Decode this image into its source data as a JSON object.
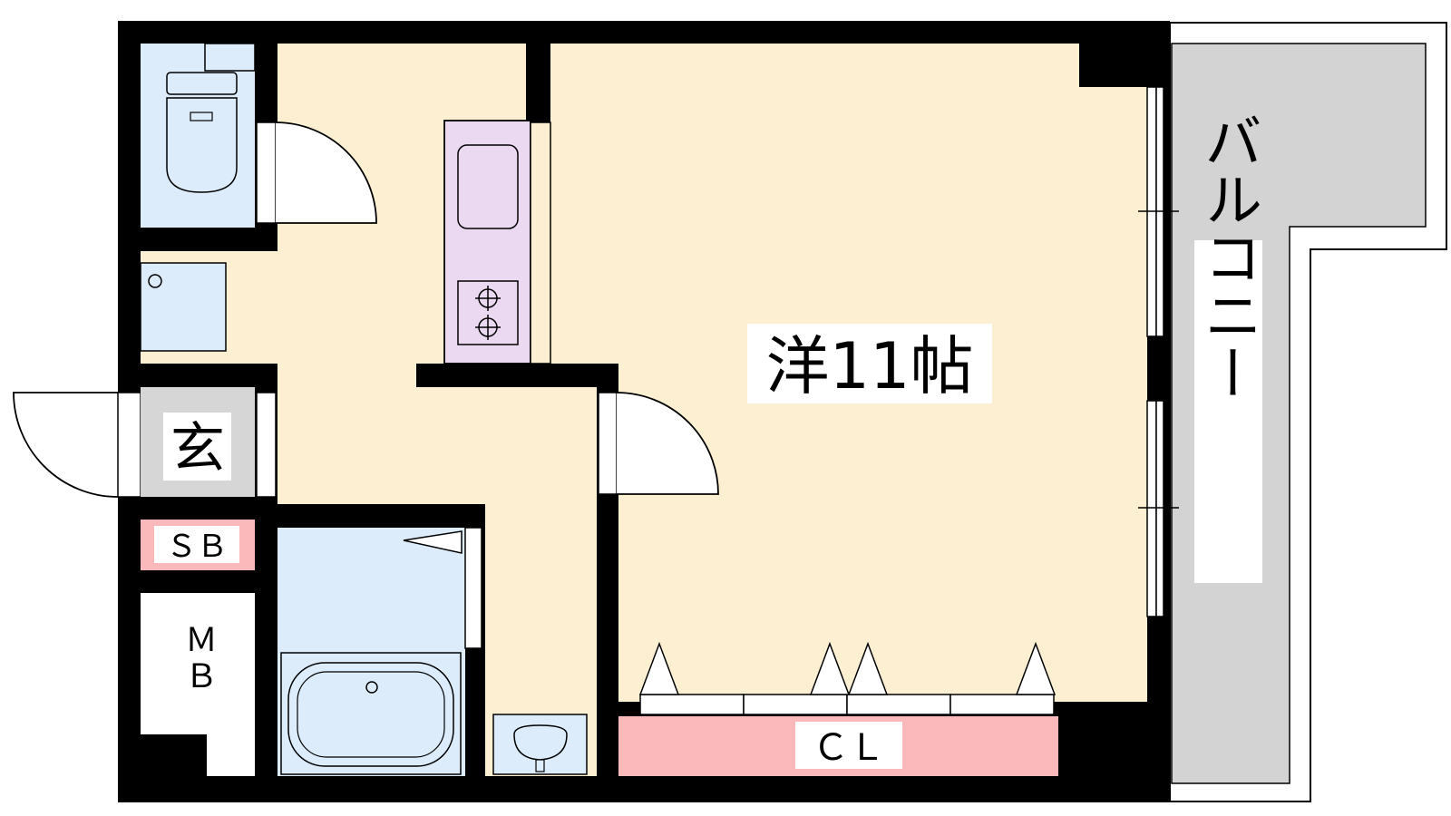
{
  "rooms": {
    "western_room": "洋11帖",
    "balcony": "バルコニー",
    "entrance": "玄",
    "shoe_box": "ＳＢ",
    "meter_box_line1": "Ｍ",
    "meter_box_line2": "Ｂ",
    "closet": "ＣＬ"
  },
  "fixtures": [
    "toilet-icon",
    "washing-machine-icon",
    "kitchen-sink-icon",
    "gas-stove-icon",
    "bathtub-icon",
    "washbasin-icon"
  ],
  "colors": {
    "floor": "#fdf0d2",
    "wet_area": "#dcecfb",
    "kitchen": "#ead9f1",
    "storage": "#fbb9bc",
    "entrance": "#d6d6d6",
    "balcony": "#d3d3d3",
    "wall": "#000000"
  }
}
